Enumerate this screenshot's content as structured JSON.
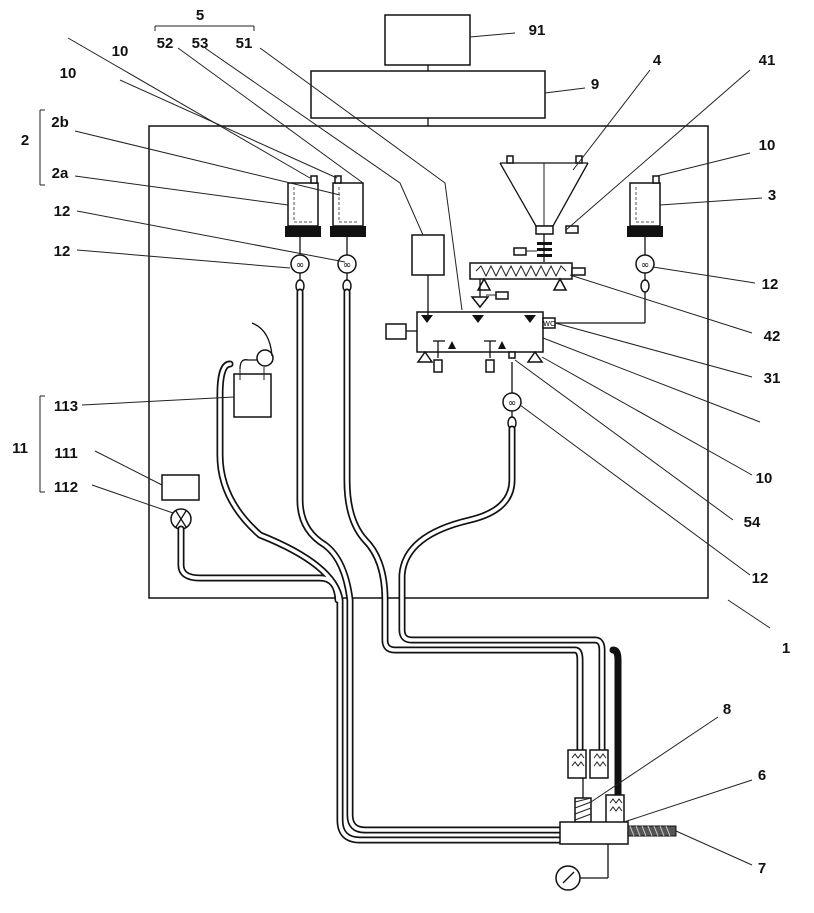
{
  "labels": {
    "l5": "5",
    "l52": "52",
    "l53": "53",
    "l51": "51",
    "l91": "91",
    "l9": "9",
    "l4": "4",
    "l41": "41",
    "l10a": "10",
    "l10b": "10",
    "l10c": "10",
    "l10d": "10",
    "l2": "2",
    "l2b": "2b",
    "l2a": "2a",
    "l3": "3",
    "l12a": "12",
    "l12b": "12",
    "l12c": "12",
    "l12d": "12",
    "l42": "42",
    "l31": "31",
    "l54": "54",
    "l11": "11",
    "l113": "113",
    "l111": "111",
    "l112": "112",
    "l1": "1",
    "l8": "8",
    "l6": "6",
    "l7": "7"
  }
}
